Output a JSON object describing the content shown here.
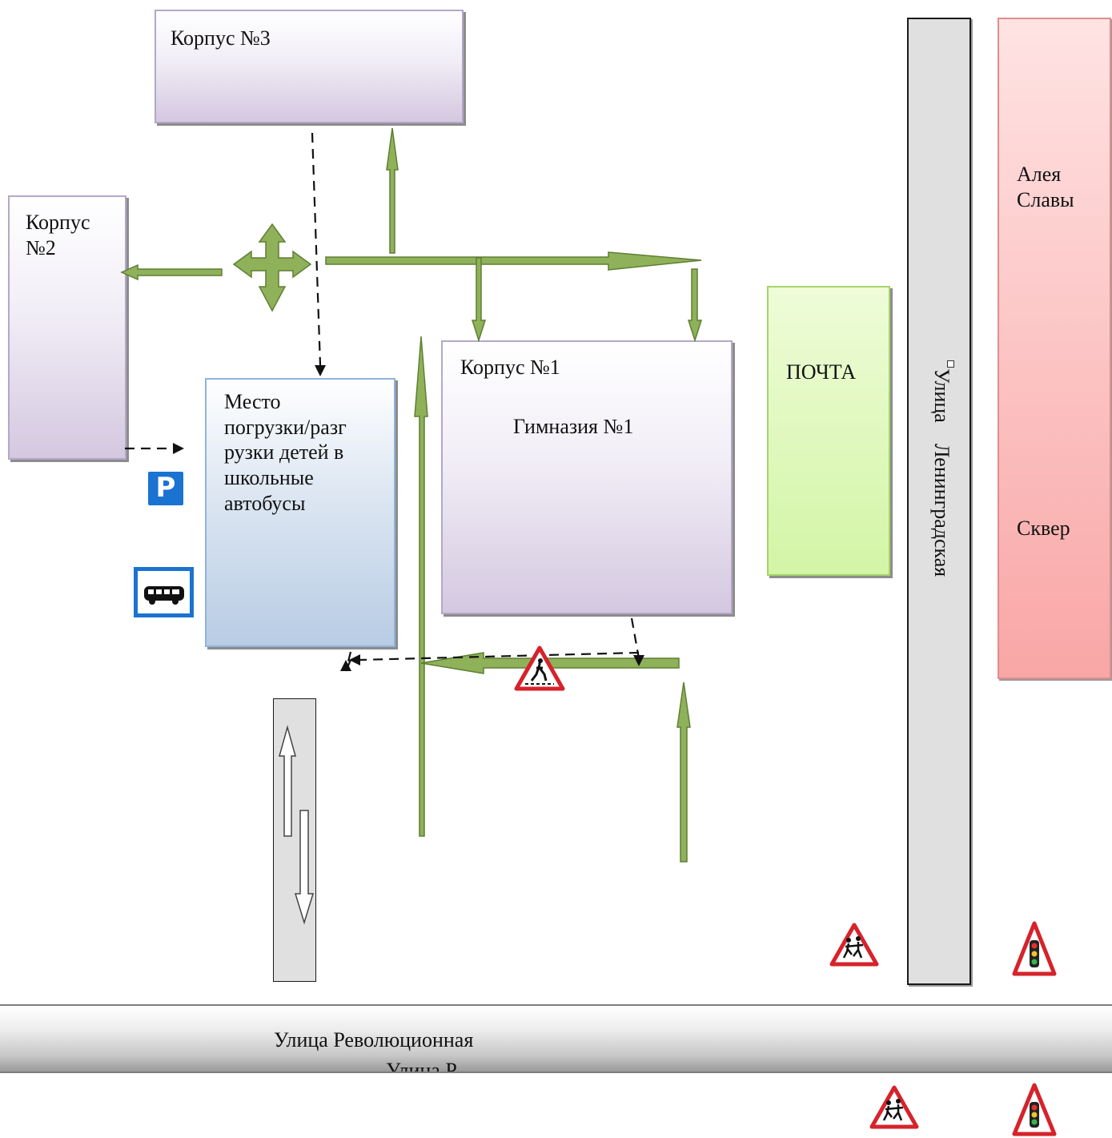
{
  "buildings": {
    "korpus3": "Корпус №3",
    "korpus2": "Корпус\n№2",
    "korpus1": "Корпус №1",
    "gymnasium": "Гимназия №1",
    "loading_zone": "Место\nпогрузки/разг\nрузки детей в\nшкольные\nавтобусы",
    "post_office": "ПОЧТА",
    "alley": "Алея\nСлавы",
    "square": "Сквер"
  },
  "streets": {
    "leningradskaya": "Улица    Ленинградская",
    "revolutsionnaya": "Улица Революционная",
    "revolutsionnaya_overflow": "Улица Р"
  },
  "signs": {
    "parking": "P",
    "parking_icon": "parking-sign",
    "bus_icon": "bus-stop-sign",
    "pedestrian_icon": "pedestrian-crossing-warning",
    "children_icon": "children-crossing-warning",
    "traffic_light_icon": "traffic-light-warning"
  },
  "colors": {
    "arrow_fill": "#8fb15a",
    "arrow_stroke": "#5f7f32",
    "dashed": "#111111",
    "sign_blue": "#1a73d0",
    "sign_red": "#d6232b"
  }
}
